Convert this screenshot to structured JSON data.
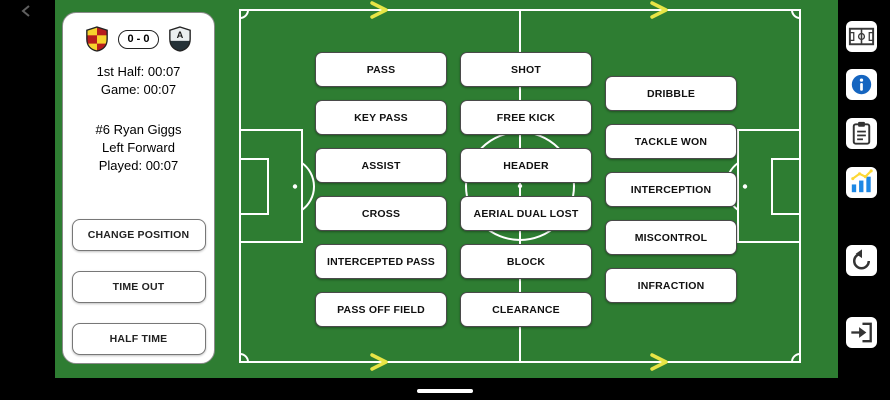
{
  "colors": {
    "field_green": "#2e7d32",
    "pitch_line": "#ffffff",
    "arrow_yellow": "#e8e546",
    "info_blue": "#1565c0",
    "chart_blue": "#1e88e5",
    "chart_yellow": "#fdd835"
  },
  "scoreboard": {
    "score": "0 - 0",
    "home_badge": "yellow-red-checkered-crest",
    "away_badge": "light-crest-letter-A",
    "away_badge_letter": "A"
  },
  "clock": {
    "half": "1st Half: 00:07",
    "game": "Game: 00:07"
  },
  "player": {
    "name": "#6 Ryan Giggs",
    "position": "Left Forward",
    "played": "Played: 00:07"
  },
  "panel_buttons": [
    "CHANGE POSITION",
    "TIME OUT",
    "HALF TIME"
  ],
  "actions": {
    "col1": [
      "PASS",
      "KEY PASS",
      "ASSIST",
      "CROSS",
      "INTERCEPTED PASS",
      "PASS OFF FIELD"
    ],
    "col2": [
      "SHOT",
      "FREE KICK",
      "HEADER",
      "AERIAL DUAL LOST",
      "BLOCK",
      "CLEARANCE"
    ],
    "col3": [
      "DRIBBLE",
      "TACKLE WON",
      "INTERCEPTION",
      "MISCONTROL",
      "INFRACTION"
    ]
  },
  "sidebar": {
    "icons": [
      "pitch-view",
      "info",
      "match-sheet",
      "stats",
      "undo",
      "exit"
    ]
  }
}
